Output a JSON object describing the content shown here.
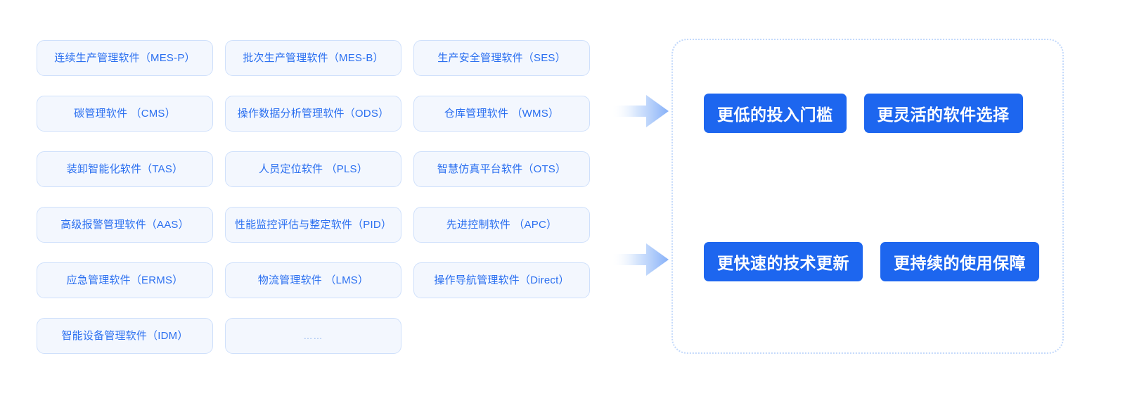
{
  "software_catalog": {
    "columns": 3,
    "cards": [
      {
        "label": "连续生产管理软件（MES-P）",
        "type": "software"
      },
      {
        "label": "批次生产管理软件（MES-B）",
        "type": "software"
      },
      {
        "label": "生产安全管理软件（SES）",
        "type": "software"
      },
      {
        "label": "碳管理软件 （CMS）",
        "type": "software"
      },
      {
        "label": "操作数据分析管理软件（ODS）",
        "type": "software"
      },
      {
        "label": "仓库管理软件 （WMS）",
        "type": "software"
      },
      {
        "label": "装卸智能化软件（TAS）",
        "type": "software"
      },
      {
        "label": "人员定位软件 （PLS）",
        "type": "software"
      },
      {
        "label": "智慧仿真平台软件（OTS）",
        "type": "software"
      },
      {
        "label": "高级报警管理软件（AAS）",
        "type": "software"
      },
      {
        "label": "性能监控评估与整定软件（PID）",
        "type": "software"
      },
      {
        "label": "先进控制软件 （APC）",
        "type": "software"
      },
      {
        "label": "应急管理软件（ERMS）",
        "type": "software"
      },
      {
        "label": "物流管理软件 （LMS）",
        "type": "software"
      },
      {
        "label": "操作导航管理软件（Direct）",
        "type": "software"
      },
      {
        "label": "智能设备管理软件（IDM）",
        "type": "software"
      },
      {
        "label": "……",
        "type": "ellipsis"
      },
      {
        "label": "",
        "type": "empty"
      }
    ]
  },
  "arrows": [
    {
      "name": "flow-arrow-top",
      "direction": "right"
    },
    {
      "name": "flow-arrow-bottom",
      "direction": "right"
    }
  ],
  "benefits": {
    "rows": [
      {
        "chips": [
          {
            "label": "更低的投入门槛"
          },
          {
            "label": "更灵活的软件选择"
          }
        ]
      },
      {
        "chips": [
          {
            "label": "更快速的技术更新"
          },
          {
            "label": "更持续的使用保障"
          }
        ]
      }
    ]
  },
  "colors": {
    "page_background": "#ffffff",
    "card_fill": "#f3f7fe",
    "card_border": "#cfe0fb",
    "card_text": "#2a6ff0",
    "ellipsis_text": "#8fb4ef",
    "chip_fill": "#1d66ef",
    "chip_text": "#ffffff",
    "panel_border": "#c3d9fb",
    "arrow_gradient_start": "#ffffff",
    "arrow_gradient_end": "#86b0f8"
  }
}
